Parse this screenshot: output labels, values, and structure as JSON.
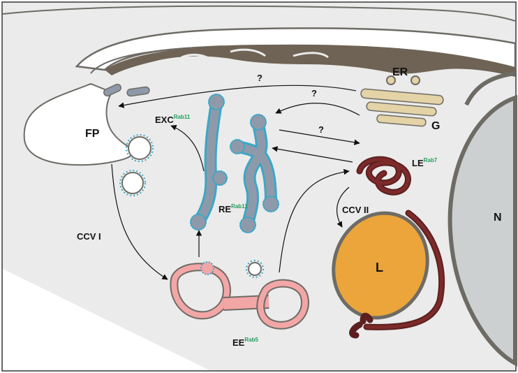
{
  "labels": {
    "er": "ER",
    "golgi": "G",
    "nucleus": "N",
    "flagellar_pocket": "FP",
    "lysosome": "L",
    "ccv1": "CCV I",
    "ccv2": "CCV II",
    "question": "?"
  },
  "compartments": {
    "exocytic_carrier": {
      "label": "EXC",
      "marker": "Rab11"
    },
    "recycling_endosome": {
      "label": "RE",
      "marker": "Rab11"
    },
    "early_endosome": {
      "label": "EE",
      "marker": "Rab5"
    },
    "late_endosome": {
      "label": "LE",
      "marker": "Rab7"
    }
  },
  "colors": {
    "cytoplasm": "#ebebeb",
    "outline": "#6e6b65",
    "er": "#6f6355",
    "golgi": "#e3d3a6",
    "nucleus": "#cdd0d0",
    "lysosome": "#eba53a",
    "late_endosome": "#7d2a2a",
    "early_endosome": "#f3a6a6",
    "recycling_endosome": "#8e9aaa",
    "clathrin": "#3ba7c6",
    "marker_text": "#1f9e5a"
  }
}
